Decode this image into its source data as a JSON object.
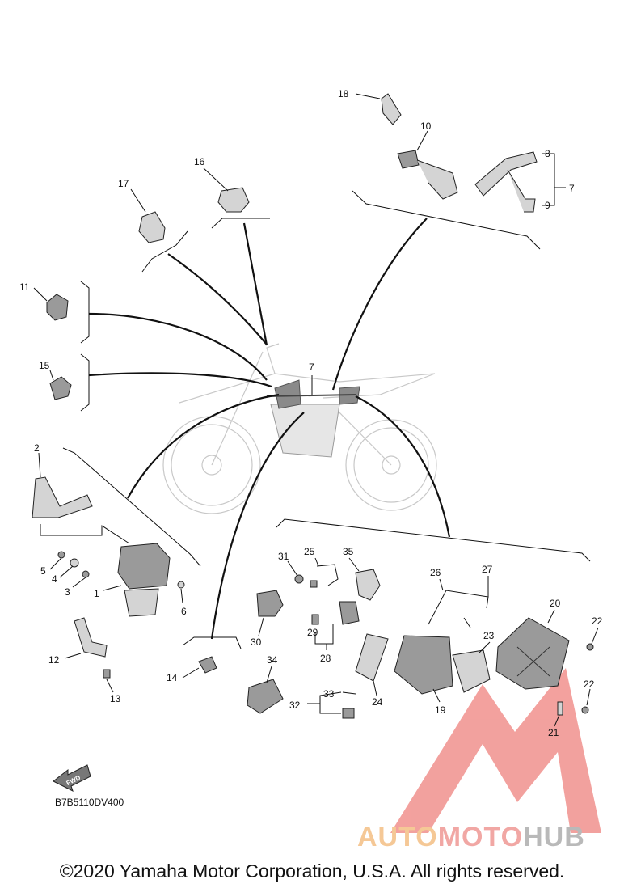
{
  "diagram": {
    "diagram_code": "B7B5110DV400",
    "fwd_label": "FWD",
    "callouts": {
      "n1": "1",
      "n2": "2",
      "n3": "3",
      "n4": "4",
      "n5": "5",
      "n6": "6",
      "n7": "7",
      "n7b": "7",
      "n8": "8",
      "n9": "9",
      "n10": "10",
      "n11": "11",
      "n12": "12",
      "n13": "13",
      "n14": "14",
      "n15": "15",
      "n16": "16",
      "n17": "17",
      "n18": "18",
      "n19": "19",
      "n20": "20",
      "n21": "21",
      "n22a": "22",
      "n22b": "22",
      "n23": "23",
      "n24": "24",
      "n25": "25",
      "n26": "26",
      "n27": "27",
      "n28": "28",
      "n29": "29",
      "n30": "30",
      "n31": "31",
      "n32": "32",
      "n33": "33",
      "n34": "34",
      "n35": "35"
    }
  },
  "watermark": {
    "part1": "AUTO",
    "part2": "MOTO",
    "part3": "HUB",
    "colors": {
      "triangle": "#f08a86",
      "part1": "#f5c896",
      "part2": "#f1a7a4",
      "part3": "#b9b9b9"
    }
  },
  "footer": {
    "copyright": "©2020 Yamaha Motor Corporation, U.S.A. All rights reserved."
  }
}
